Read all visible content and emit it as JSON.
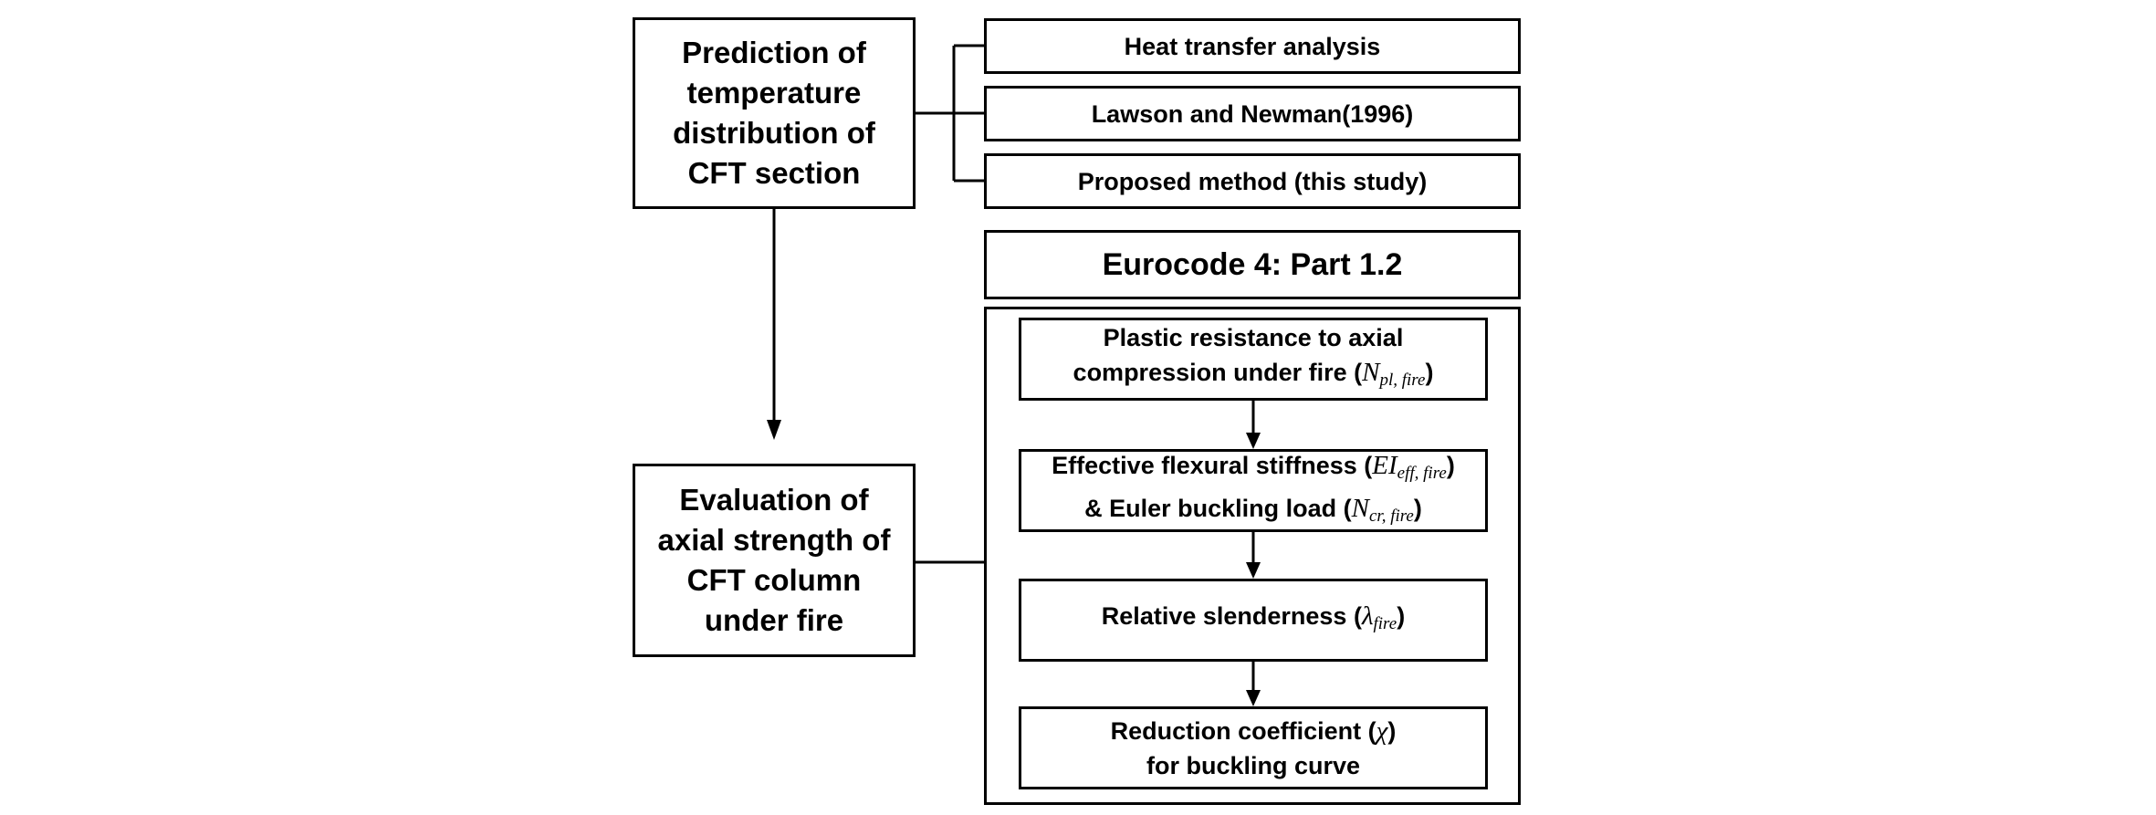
{
  "diagram": {
    "prediction_box": {
      "lines": [
        "Prediction of",
        "temperature",
        "distribution of",
        "CFT section"
      ]
    },
    "methods": [
      "Heat transfer analysis",
      "Lawson and Newman(1996)",
      "Proposed method (this study)"
    ],
    "evaluation_box": {
      "lines": [
        "Evaluation of",
        "axial strength of",
        "CFT column",
        "under fire"
      ]
    },
    "eurocode_title": "Eurocode 4: Part 1.2",
    "steps": {
      "plastic_resistance": {
        "line1": "Plastic resistance to axial",
        "line2_prefix": "compression under fire (",
        "sym_base": "N",
        "sym_sub": "pl, fire",
        "line2_suffix": ")"
      },
      "flexural_stiffness": {
        "line1_prefix": "Effective flexural stiffness (",
        "sym1_base": "EI",
        "sym1_sub": "eff, fire",
        "line1_suffix": ")",
        "line2_prefix": "& Euler buckling load (",
        "sym2_base": "N",
        "sym2_sub": "cr, fire",
        "line2_suffix": ")"
      },
      "slenderness": {
        "prefix": "Relative slenderness (",
        "sym_base": "λ",
        "sym_sub": "fire",
        "suffix": ")"
      },
      "reduction": {
        "line1_prefix": "Reduction coefficient (",
        "sym": "χ",
        "line1_suffix": ")",
        "line2": "for buckling curve"
      }
    }
  }
}
